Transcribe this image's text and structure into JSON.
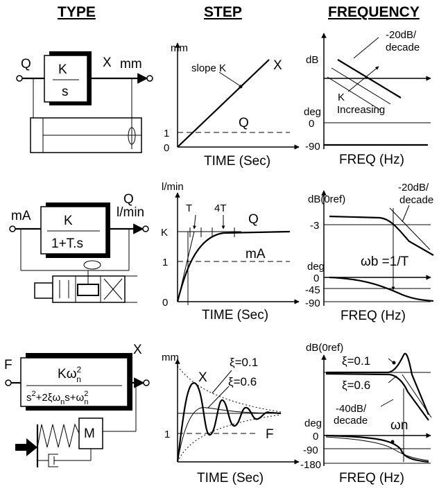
{
  "headers": {
    "type": "TYPE",
    "step": "STEP",
    "frequency": "FREQUENCY"
  },
  "row1": {
    "block": {
      "input": "Q",
      "output": "X",
      "output_unit": "mm",
      "num": "K",
      "den": "s"
    },
    "step": {
      "ylabel": "mm",
      "slope": "slope K",
      "curve": "X",
      "level_label": "Q",
      "y1": "1",
      "y0": "0",
      "xlabel": "TIME (Sec)"
    },
    "freq": {
      "db": "dB",
      "slope": "-20dB/",
      "slope2": "decade",
      "k": "K",
      "increasing": "Increasing",
      "deg": "deg",
      "d0": "0",
      "d90": "-90",
      "xlabel": "FREQ (Hz)"
    }
  },
  "row2": {
    "block": {
      "input": "mA",
      "output": "Q",
      "output_unit": "l/min",
      "num": "K",
      "den": "1+T.s"
    },
    "step": {
      "ylabel": "l/min",
      "t": "T",
      "t4": "4T",
      "curve": "Q",
      "input_label": "mA",
      "yk": "K",
      "y1": "1",
      "y0": "0",
      "xlabel": "TIME (Sec)"
    },
    "freq": {
      "db": "dB(0ref)",
      "slope": "-20dB/",
      "slope2": "decade",
      "m3": "-3",
      "wb": "ωb =1/T",
      "deg": "deg",
      "d0": "0",
      "d45": "-45",
      "d90": "-90",
      "xlabel": "FREQ (Hz)"
    }
  },
  "row3": {
    "block": {
      "input": "F",
      "output": "X",
      "mass": "M"
    },
    "step": {
      "ylabel": "mm",
      "xi1": "ξ=0.1",
      "xi2": "ξ=0.6",
      "curve": "X",
      "input_label": "F",
      "y1": "1",
      "xlabel": "TIME (Sec)"
    },
    "freq": {
      "db": "dB(0ref)",
      "xi1": "ξ=0.1",
      "xi2": "ξ=0.6",
      "slope": "-40dB/",
      "slope2": "decade",
      "wn": "ωn",
      "deg": "deg",
      "d0": "0",
      "d90": "-90",
      "d180": "-180",
      "xlabel": "FREQ (Hz)"
    }
  }
}
